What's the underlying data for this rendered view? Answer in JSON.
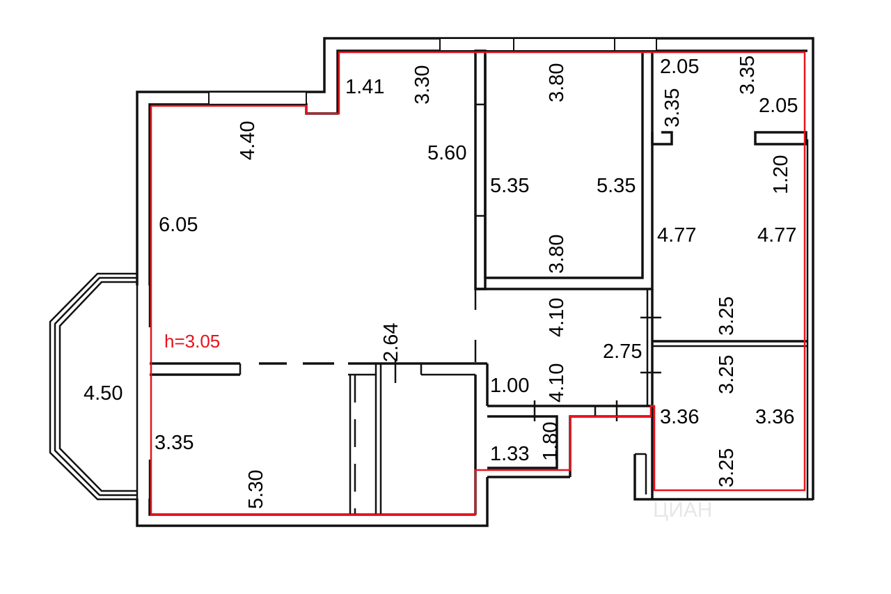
{
  "plan": {
    "ceiling_height": "h=3.05",
    "dimensions": [
      {
        "id": "kitchen-top-left-wall",
        "text": "1.41"
      },
      {
        "id": "kitchen-top-wall",
        "text": "3.30"
      },
      {
        "id": "living-top-wall",
        "text": "4.40"
      },
      {
        "id": "kitchen-right-wall",
        "text": "5.60"
      },
      {
        "id": "living-left-wall",
        "text": "6.05"
      },
      {
        "id": "bay-window",
        "text": "4.50"
      },
      {
        "id": "partition",
        "text": "2.64"
      },
      {
        "id": "bedroom-left-wall",
        "text": "3.35"
      },
      {
        "id": "bedroom-bottom-wall",
        "text": "5.30"
      },
      {
        "id": "room2-top",
        "text": "3.80"
      },
      {
        "id": "room2-left",
        "text": "5.35"
      },
      {
        "id": "room2-right",
        "text": "5.35"
      },
      {
        "id": "room2-bottom",
        "text": "3.80"
      },
      {
        "id": "hall-upper",
        "text": "4.10"
      },
      {
        "id": "hall-lower",
        "text": "4.10"
      },
      {
        "id": "hall-width",
        "text": "2.75"
      },
      {
        "id": "closet-top",
        "text": "1.00"
      },
      {
        "id": "closet-side",
        "text": "1.80"
      },
      {
        "id": "closet-bottom",
        "text": "1.33"
      },
      {
        "id": "entry-top-left",
        "text": "2.05"
      },
      {
        "id": "entry-top-right",
        "text": "3.35"
      },
      {
        "id": "entry-left",
        "text": "3.35"
      },
      {
        "id": "entry-right",
        "text": "2.05"
      },
      {
        "id": "entry-door",
        "text": "1.20"
      },
      {
        "id": "corridor-left",
        "text": "4.77"
      },
      {
        "id": "corridor-right",
        "text": "4.77"
      },
      {
        "id": "corridor-bottom",
        "text": "3.25"
      },
      {
        "id": "bath-top",
        "text": "3.25"
      },
      {
        "id": "bath-left",
        "text": "3.36"
      },
      {
        "id": "bath-right",
        "text": "3.36"
      },
      {
        "id": "bath-bottom",
        "text": "3.25"
      }
    ],
    "watermark": "ЦИАН",
    "colors": {
      "wall": "#111111",
      "outline": "#e8121c",
      "background": "#ffffff"
    }
  }
}
